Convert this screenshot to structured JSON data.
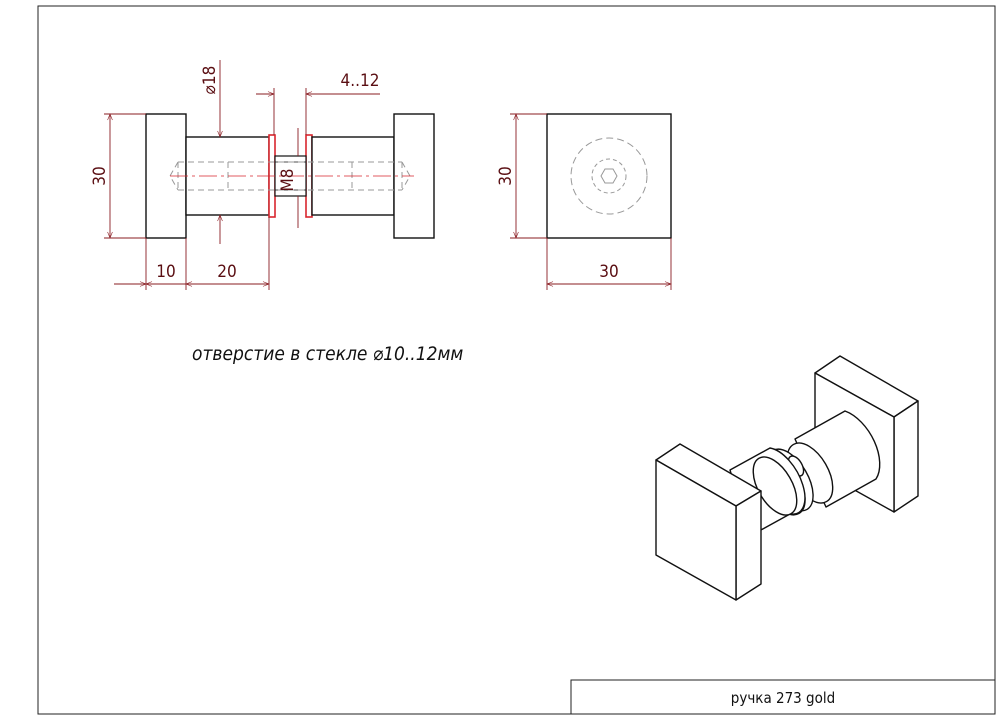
{
  "colors": {
    "outline": "#111111",
    "dimension": "#8a1c22",
    "dimension_text": "#5a0e12",
    "washer": "#d8262e",
    "hidden": "#999999"
  },
  "dimensions": {
    "shaft_diameter": "⌀18",
    "glass_thickness": "4..12",
    "height_front": "30",
    "thread": "M8",
    "knob_depth": "10",
    "shaft_length": "20",
    "height_side": "30",
    "width_side": "30"
  },
  "note": "отверстие в стекле ⌀10..12мм",
  "title_block": {
    "name": "ручка  273 gold"
  }
}
